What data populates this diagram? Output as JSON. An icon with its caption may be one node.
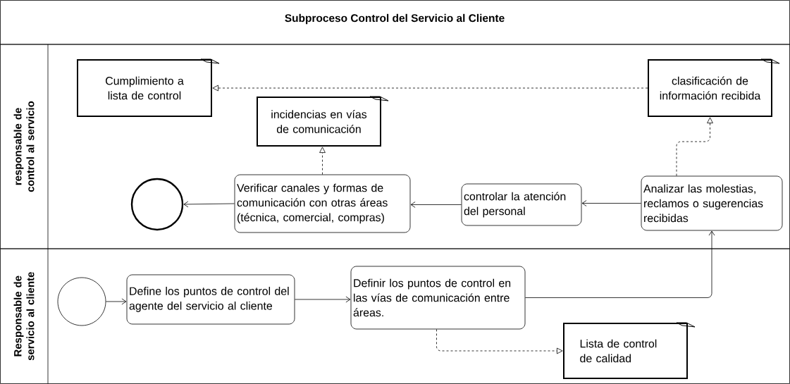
{
  "diagram": {
    "title": "Subproceso Control del Servicio al Cliente",
    "nodes": [
      {
        "text": [
          "responsable de control al servicio"
        ]
      },
      {
        "text": [
          "Responsable de servicio al cliente"
        ]
      },
      {
        "text": [
          "Cumplimiento a lista de control"
        ],
        "in": 0
      },
      {
        "text": [
          "clasificación de información recibida"
        ],
        "in": 0
      },
      {
        "text": [
          "incidencias en vías de comunicación"
        ],
        "in": 0
      },
      {
        "text": [],
        "shape": "circle",
        "in": 0
      },
      {
        "text": [
          "Verificar canales y formas de comunicación con otras áreas (técnica, comercial, compras)"
        ],
        "in": 0
      },
      {
        "text": [
          "controlar la atención del personal"
        ],
        "in": 0
      },
      {
        "text": [
          "Analizar las molestias, reclamos o sugerencias recibidas"
        ],
        "in": 0
      },
      {
        "text": [],
        "shape": "circle",
        "in": 1
      },
      {
        "text": [
          "Define los puntos de control del agente del servicio al cliente"
        ],
        "in": 1
      },
      {
        "text": [
          "Definir los puntos de control en las vías de comunicación entre áreas."
        ],
        "in": 1
      },
      {
        "text": [
          "Lista de control de calidad"
        ],
        "in": 1
      }
    ],
    "edges": [
      {
        "from": 3,
        "to": 2,
        "arrow": "to",
        "style": "dashed"
      },
      {
        "from": 8,
        "to": 3,
        "arrow": "to",
        "style": "dashed"
      },
      {
        "from": 6,
        "to": 4,
        "arrow": "to",
        "style": "dashed"
      },
      {
        "from": 6,
        "to": 5,
        "arrow": "to"
      },
      {
        "from": 7,
        "to": 6,
        "arrow": "to"
      },
      {
        "from": 8,
        "to": 7,
        "arrow": "to"
      },
      {
        "from": 9,
        "to": 10,
        "arrow": "to"
      },
      {
        "from": 10,
        "to": 11,
        "arrow": "to"
      },
      {
        "from": 11,
        "to": 8,
        "arrow": "to"
      },
      {
        "from": 11,
        "to": 12,
        "arrow": "to",
        "style": "dashed"
      }
    ]
  }
}
